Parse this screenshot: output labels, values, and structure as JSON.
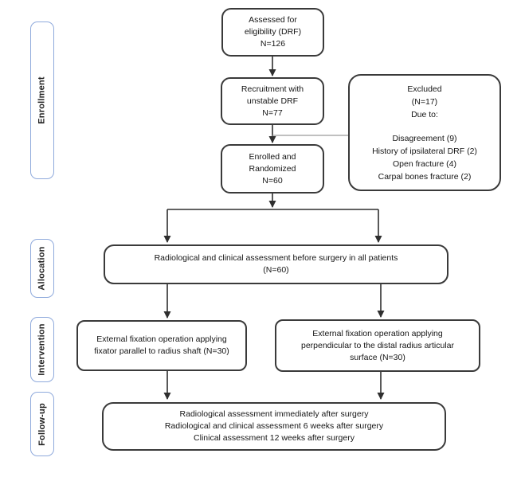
{
  "diagram_type": "consort-flowchart",
  "colors": {
    "box_border": "#3a3a3a",
    "stage_border": "#8faadc",
    "connector": "#2f2f2f",
    "excluded_connector": "#9a9a9a",
    "background": "#ffffff"
  },
  "stages": {
    "enrollment": "Enrollment",
    "allocation": "Allocation",
    "intervention": "Intervention",
    "followup": "Follow-up"
  },
  "nodes": {
    "assessed": {
      "lines": [
        "Assessed for",
        "eligibility (DRF)",
        "N=126"
      ]
    },
    "recruitment": {
      "lines": [
        "Recruitment with",
        "unstable DRF",
        "N=77"
      ]
    },
    "excluded": {
      "lines": [
        "Excluded",
        "(N=17)",
        "Due to:",
        "",
        "Disagreement (9)",
        "History of ipsilateral DRF (2)",
        "Open fracture (4)",
        "Carpal bones fracture (2)"
      ]
    },
    "enrolled": {
      "lines": [
        "Enrolled and",
        "Randomized",
        "N=60"
      ]
    },
    "preop_assessment": {
      "lines": [
        "Radiological and clinical assessment before surgery in all patients",
        "(N=60)"
      ]
    },
    "fixator_parallel": {
      "lines": [
        "External fixation operation applying",
        "fixator parallel to radius shaft (N=30)"
      ]
    },
    "fixator_perpendicular": {
      "lines": [
        "External fixation operation applying",
        "perpendicular to the distal radius articular",
        "surface (N=30)"
      ]
    },
    "followup_assessments": {
      "lines": [
        "Radiological assessment immediately after surgery",
        "Radiological and clinical assessment 6 weeks after surgery",
        "Clinical assessment 12 weeks after surgery"
      ]
    }
  }
}
